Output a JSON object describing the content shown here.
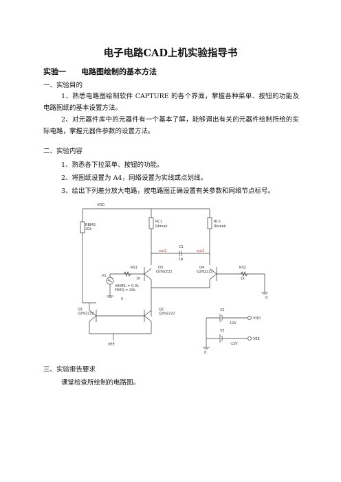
{
  "title": "电子电路CAD上机实验指导书",
  "experiment": {
    "number": "实验一",
    "name": "电路图绘制的基本方法"
  },
  "sections": {
    "purpose": {
      "heading": "一、实验目的",
      "items": [
        "1、熟悉电路图绘制软件 CAPTURE 的各个界面，掌握各种菜单、按钮的功能及电路图纸的基本设置方法。",
        "2、对元器件库中的元器件有一个基本了解，能够调出有关的元器件绘制所给的实际电路，掌握元器件参数的设置方法。"
      ]
    },
    "content": {
      "heading": "二、实验内容",
      "items": [
        "1、熟悉各下拉菜单、按钮的功能。",
        "2、将图纸设置为 A4，网络设置为实线或点划线。",
        "3、绘出下列差分放大电路，按电路图正确设置有关参数和网络节点标号。"
      ]
    },
    "report": {
      "heading": "三、实验报告要求",
      "items": [
        "课堂检查所绘制的电路图。"
      ]
    }
  },
  "schematic": {
    "labels": {
      "vdd_top": "VDD",
      "rbias_name": "RBIAS",
      "rbias_value": "20k",
      "rc1_name": "RC1",
      "rc1_model": "Rbreak",
      "rc2_name": "RC2",
      "rc2_model": "Rbreak",
      "c1_name": "C1",
      "c1_value": "1p",
      "out1": "out1",
      "out2": "out2",
      "rs1_name": "RS1",
      "rs1_value": "1k",
      "rs2_name": "RS2",
      "rs2_value": "1k",
      "q3_name": "Q3",
      "q3_model": "Q2N2222",
      "q4_name": "Q4",
      "q4_model": "Q2N2222",
      "v1_name": "V1",
      "vampl": "VAMPL = 0.01",
      "freq": "FREQ = 20k",
      "gnd_v1": "0",
      "gnd_rs2": "0",
      "q1_name": "Q1",
      "q1_model": "Q2N2222",
      "q2_name": "Q2",
      "q2_model": "Q2N2222",
      "vee_bottom": "VEE",
      "v2_name": "V2",
      "v2_value": "12V",
      "v2_net": "VDD",
      "v3_name": "V3",
      "v3_value": "-12V",
      "v3_net": "VEE",
      "gnd_supply": "0"
    }
  }
}
